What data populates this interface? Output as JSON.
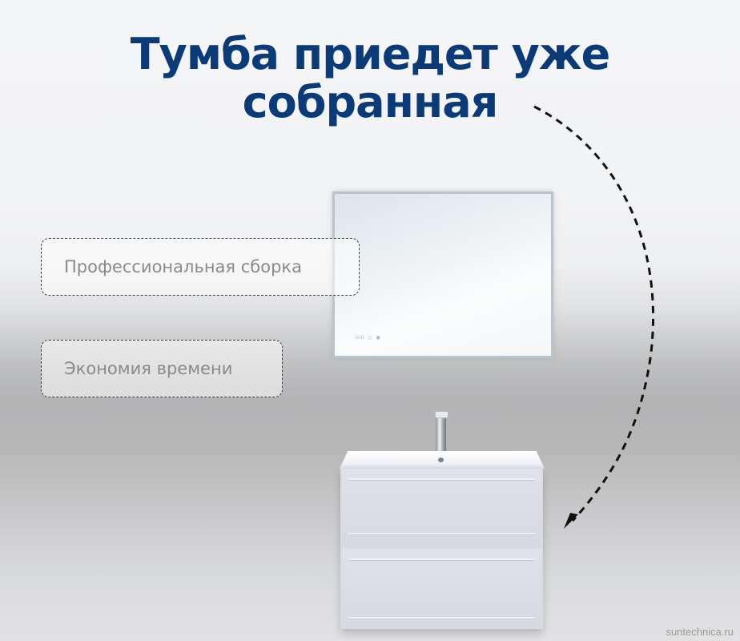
{
  "headline": {
    "line1": "Тумба приедет уже",
    "line2": "собранная",
    "color": "#0b3a78"
  },
  "badges": [
    {
      "label": "Профессиональная сборка"
    },
    {
      "label": "Экономия времени"
    }
  ],
  "product": {
    "mirror_controls": [
      "iiiii",
      "○",
      "◉"
    ]
  },
  "decor": {
    "arrow": "curved-dashed-arrow"
  },
  "watermark": "suntechnica.ru"
}
